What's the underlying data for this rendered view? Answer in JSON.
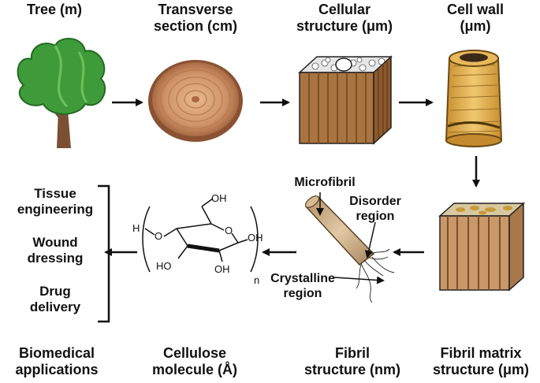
{
  "stages": {
    "tree": {
      "line1": "Tree (m)"
    },
    "transverse": {
      "line1": "Transverse",
      "line2": "section (cm)"
    },
    "cellular": {
      "line1": "Cellular",
      "line2": "structure (μm)"
    },
    "cellwall": {
      "line1": "Cell wall",
      "line2": "(μm)"
    },
    "fibrilmatrix": {
      "line1": "Fibril matrix",
      "line2": "structure (μm)"
    },
    "fibril": {
      "line1": "Fibril",
      "line2": "structure (nm)"
    },
    "cellulose": {
      "line1": "Cellulose",
      "line2": "molecule (Å)"
    },
    "biomedical": {
      "line1": "Biomedical",
      "line2": "applications"
    }
  },
  "fibril_annotations": {
    "microfibril": "Microfibril",
    "disorder_line1": "Disorder",
    "disorder_line2": "region",
    "crystalline_line1": "Crystalline",
    "crystalline_line2": "region"
  },
  "applications": [
    {
      "line1": "Tissue",
      "line2": "engineering"
    },
    {
      "line1": "Wound",
      "line2": "dressing"
    },
    {
      "line1": "Drug",
      "line2": "delivery"
    }
  ],
  "molecule": {
    "h": "H",
    "o_left": "O",
    "o_ring": "O",
    "oh_top": "OH",
    "oh_right": "OH",
    "oh_bottom_left": "HO",
    "oh_bottom_right": "OH",
    "n": "n"
  },
  "colors": {
    "tree_foliage": "#3f9b3a",
    "tree_trunk": "#7a4f33",
    "wood": "#c98a5e",
    "cell_wall": "#d9a54a",
    "fibril": "#c7a67a"
  }
}
